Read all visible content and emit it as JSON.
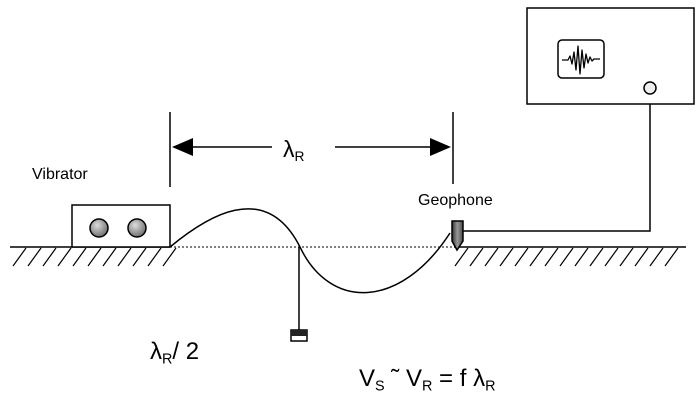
{
  "labels": {
    "vibrator": "Vibrator",
    "geophone": "Geophone"
  },
  "wavelength": {
    "symbol": "λ",
    "subscript": "R"
  },
  "half_wavelength": {
    "symbol": "λ",
    "subscript": "R",
    "suffix": "/ 2"
  },
  "formula": {
    "v_s": "V",
    "v_s_sub": "S",
    "approx": " ˜ ",
    "v_r": "V",
    "v_r_sub": "R",
    "equals": " = f ",
    "lambda": "λ",
    "lambda_sub": "R"
  },
  "colors": {
    "ink": "#000000",
    "vibrator_disk": "#888888",
    "vibrator_disk_highlight": "#dddddd",
    "geophone_body": "#555555",
    "pendulum_weight": "#222222"
  },
  "icons": {
    "oscilloscope_trace": "seismic-wiggle-icon"
  }
}
